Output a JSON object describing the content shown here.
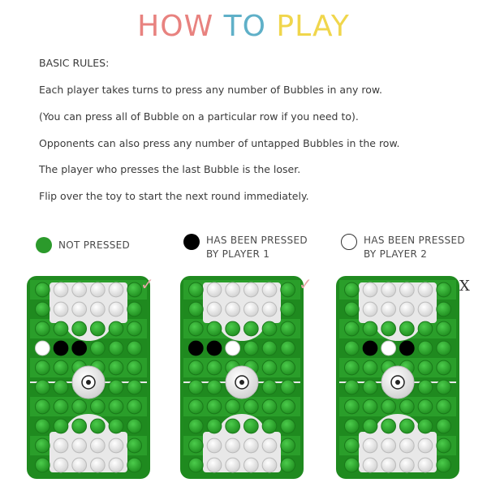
{
  "title": {
    "words": [
      {
        "text": "HOW",
        "color": "#e8827f"
      },
      {
        "text": "TO",
        "color": "#5fb0c8"
      },
      {
        "text": "PLAY",
        "color": "#f0d64c"
      }
    ]
  },
  "rules": {
    "heading": "BASIC RULES:",
    "lines": [
      "Each player takes turns to press any number of Bubbles in any row.",
      "(You can press all of Bubble on a particular row if you need to).",
      "Opponents can also press any number of untapped Bubbles in the row.",
      "The player who presses the last Bubble is the loser.",
      "Flip over the toy to start the next round immediately."
    ]
  },
  "legend": {
    "not_pressed": {
      "label": "NOT PRESSED",
      "color": "#2b9a2b"
    },
    "player1": {
      "line1": "HAS BEEN PRESSED",
      "line2": "BY PLAYER 1",
      "color": "#000000"
    },
    "player2": {
      "line1": "HAS BEEN PRESSED",
      "line2": "BY PLAYER 2",
      "color": "#ffffff"
    }
  },
  "colors": {
    "green_dark": "#1f8a1f",
    "green_light": "#3db83d",
    "white_zone": "#e8e8e8"
  },
  "boards": [
    {
      "result_mark": "✓",
      "pressed_row": [
        "p2",
        "p1",
        "p1",
        "np",
        "np",
        "np",
        "np"
      ]
    },
    {
      "result_mark": "✓",
      "pressed_row": [
        "p1",
        "p1",
        "p2",
        "np",
        "np",
        "np",
        "np"
      ]
    },
    {
      "result_mark": "X",
      "pressed_row": [
        "np",
        "p1",
        "p2",
        "p1",
        "np",
        "np",
        "np"
      ]
    }
  ]
}
